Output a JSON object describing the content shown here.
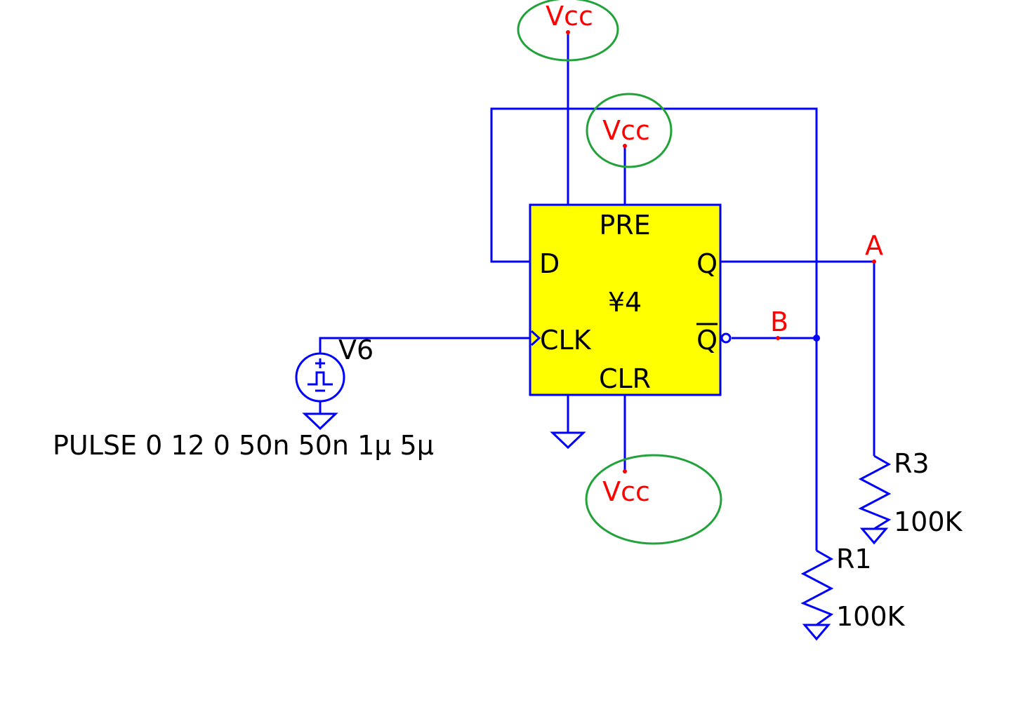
{
  "colors": {
    "wire": "#0000ff",
    "flipflop_fill": "#ffff00",
    "net_label": "#ff0000",
    "annotation_circle": "#22a23a",
    "text": "#000000",
    "background": "#ffffff"
  },
  "flipflop": {
    "name": "¥4",
    "pins": {
      "pre": "PRE",
      "d": "D",
      "q": "Q",
      "clk": "CLK",
      "qbar": "Q",
      "clr": "CLR"
    }
  },
  "source": {
    "name": "V6",
    "spice": "PULSE 0 12 0 50n 50n 1µ 5µ",
    "icon": "pulse-source-icon"
  },
  "resistors": [
    {
      "name": "R3",
      "value": "100K"
    },
    {
      "name": "R1",
      "value": "100K"
    }
  ],
  "nets": {
    "vcc_top": "Vcc",
    "vcc_pre": "Vcc",
    "vcc_clr": "Vcc",
    "a": "A",
    "b": "B"
  },
  "icons": [
    "ground-icon",
    "resistor-icon",
    "pulse-source-icon",
    "annotation-circle"
  ]
}
